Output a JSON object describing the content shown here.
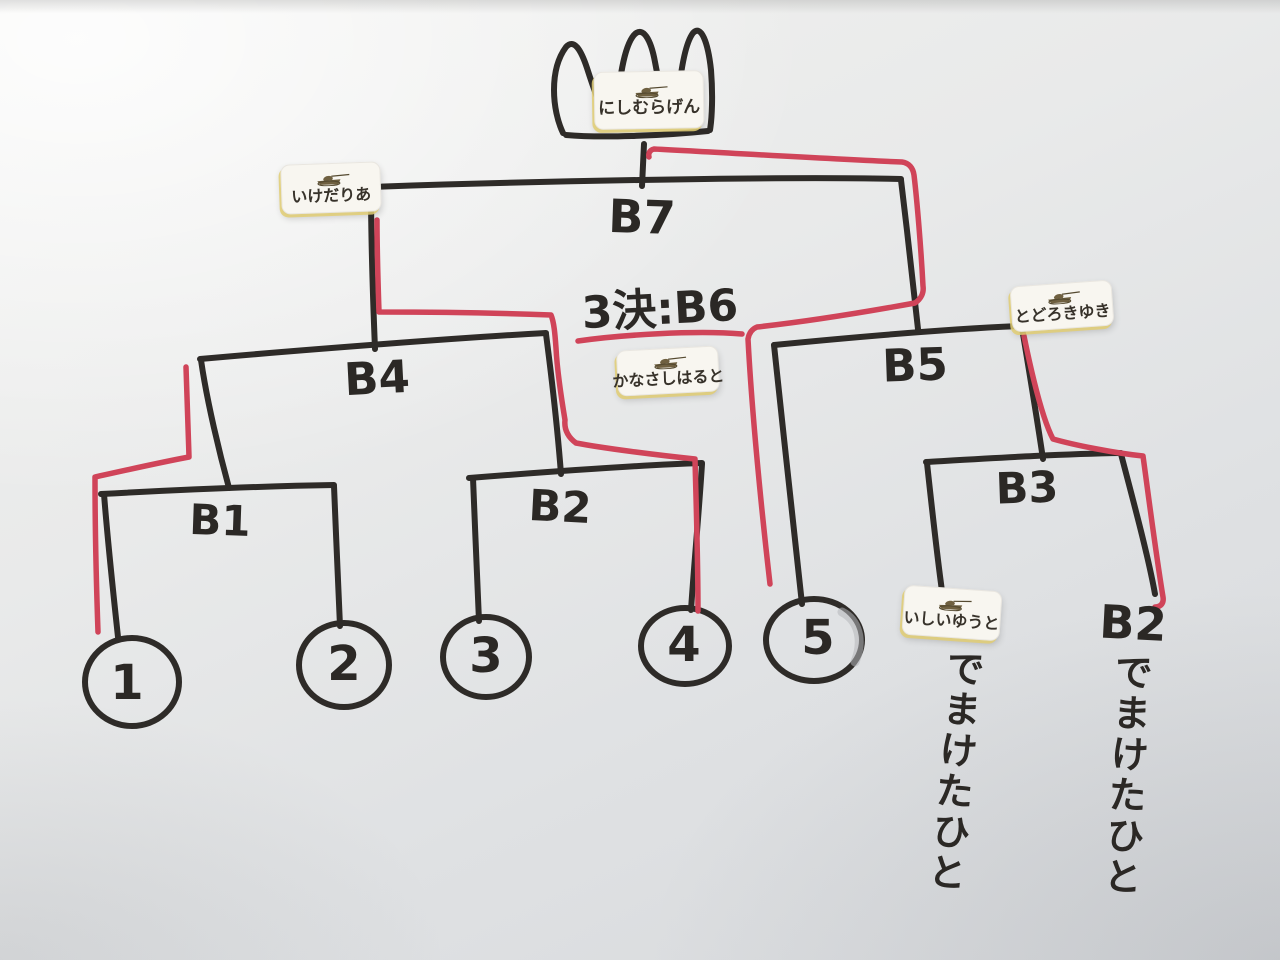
{
  "diagram": {
    "type": "hand-drawn tournament bracket",
    "surface": "whiteboard"
  },
  "matches": {
    "final": "B7",
    "semifinal_left": "B4",
    "semifinal_right": "B5",
    "quarterfinal_1": "B1",
    "quarterfinal_2": "B2",
    "consolation": "B3",
    "third_place": "3決:B6"
  },
  "players": {
    "champion": "にしむらげん",
    "left_finalist": "いけだりあ",
    "right_semifinalist": "とどろきゆき",
    "third_place_player": "かなさしはると",
    "consolation_left_player": "いしいゆうと"
  },
  "seeds": [
    "1",
    "2",
    "3",
    "4",
    "5"
  ],
  "notes": {
    "b1_loser": {
      "match": "B1",
      "suffix": "でまけたひと"
    },
    "b2_loser": {
      "match": "B2",
      "suffix": "でまけたひと"
    }
  },
  "colors": {
    "marker_black": "#2e2b28",
    "marker_red": "#d04459",
    "sticker_backing_yellow": "#e2ce73"
  }
}
